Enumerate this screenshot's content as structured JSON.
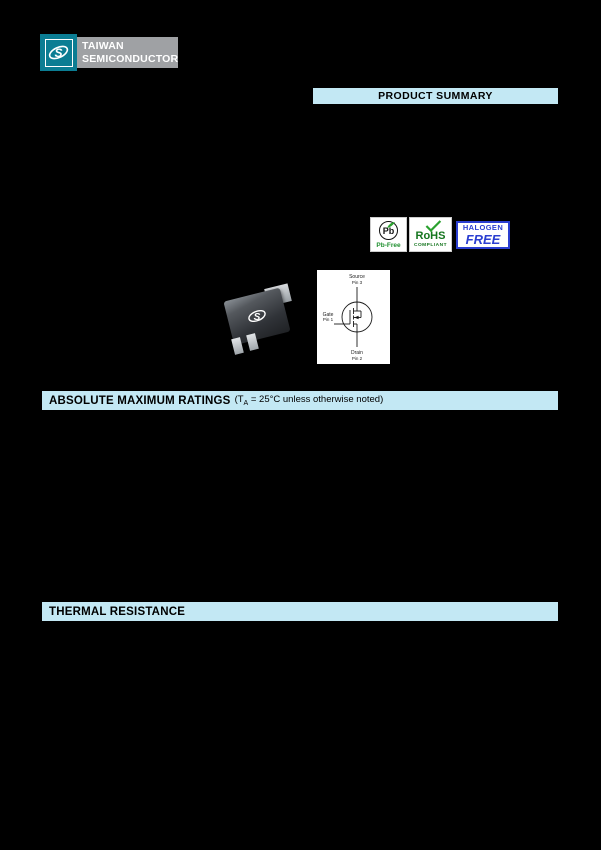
{
  "page": {
    "background_color": "#000000",
    "header_bar_color": "#C3E8F4"
  },
  "logo": {
    "line1": "TAIWAN",
    "line2": "SEMICONDUCTOR",
    "teal_color": "#0B7D93",
    "gray_color": "#9FA1A4"
  },
  "product_summary": {
    "title": "PRODUCT SUMMARY"
  },
  "badges": {
    "pb_free": {
      "symbol": "Pb",
      "label": "Pb-Free",
      "color": "#1E8F2E"
    },
    "rohs": {
      "title": "RoHS",
      "subtitle": "COMPLIANT",
      "color": "#14751E"
    },
    "halogen_free": {
      "line1": "HALOGEN",
      "line2": "FREE",
      "color": "#2B3FD1"
    }
  },
  "package_diagram": {
    "source_label": "Source",
    "source_pin": "Pin 3",
    "gate_label": "Gate",
    "gate_pin": "Pin 1",
    "drain_label": "Drain",
    "drain_pin": "Pin 2"
  },
  "sections": {
    "absolute_maximum_ratings": {
      "title": "ABSOLUTE MAXIMUM RATINGS",
      "note_pre": "(T",
      "note_sub": "A",
      "note_post": " = 25°C unless otherwise noted)"
    },
    "thermal_resistance": {
      "title": "THERMAL RESISTANCE"
    }
  }
}
